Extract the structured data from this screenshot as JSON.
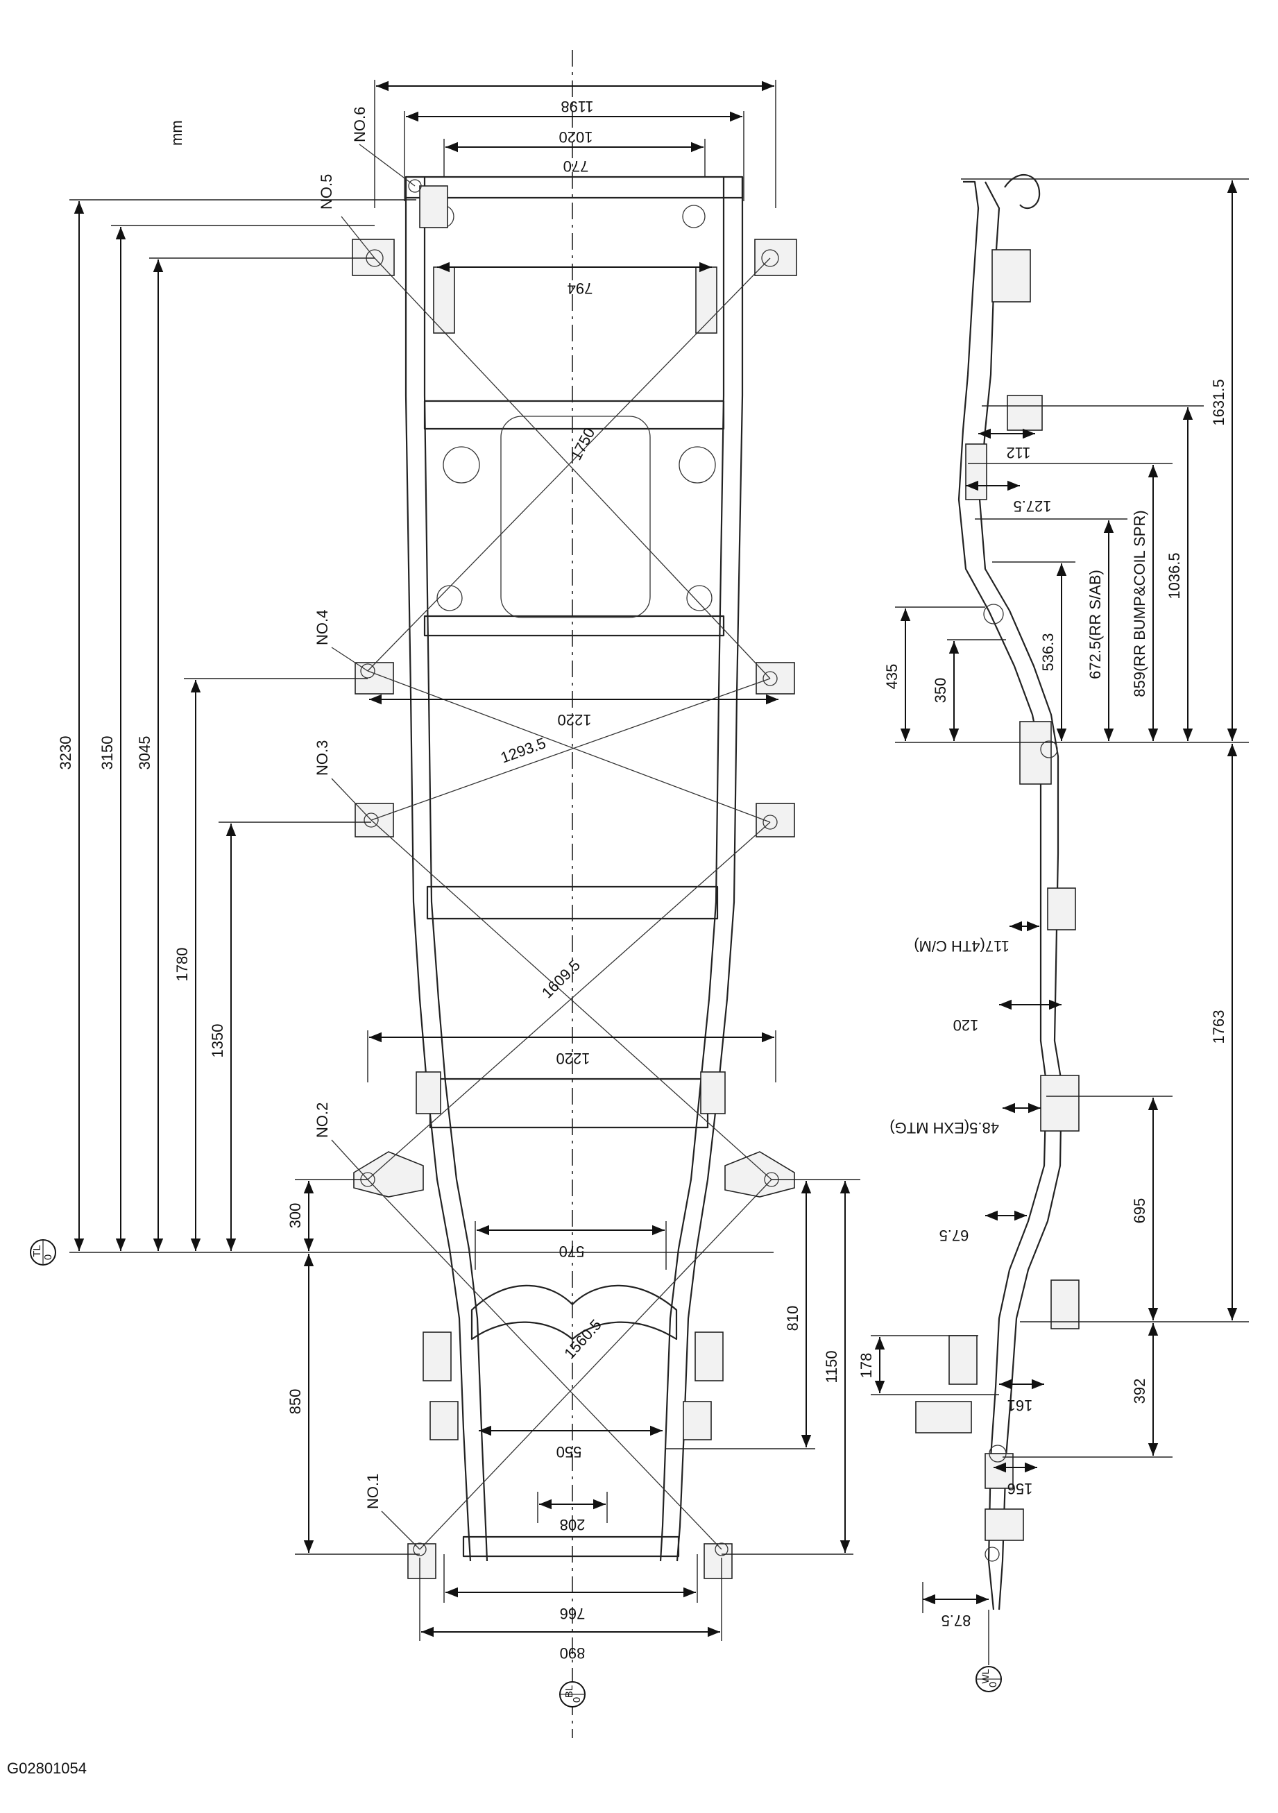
{
  "unit": "mm",
  "figure_code": "G02801054",
  "ref_marks": {
    "tl": "TL",
    "bl": "BL",
    "wl": "WL",
    "zero": "0"
  },
  "points": {
    "no1": "NO.1",
    "no2": "NO.2",
    "no3": "NO.3",
    "no4": "NO.4",
    "no5": "NO.5",
    "no6": "NO.6"
  },
  "widths": {
    "w1198": "1198",
    "w1020": "1020",
    "w770": "770",
    "w794": "794",
    "w1220a": "1220",
    "w1220b": "1220",
    "w570": "570",
    "w550": "550",
    "w208": "208",
    "w766": "766",
    "w890": "890"
  },
  "diagonals": {
    "d1750": "1750",
    "d1293": "1293.5",
    "d1609": "1609.5",
    "d1560": "1560.5"
  },
  "left_heights": {
    "h3230": "3230",
    "h3150": "3150",
    "h3045": "3045",
    "h1780": "1780",
    "h1350": "1350",
    "h300": "300",
    "h850": "850"
  },
  "front_heights": {
    "h810": "810",
    "h1150": "1150"
  },
  "side_dims": {
    "d112": "112",
    "d127": "127.5",
    "d1631": "1631.5",
    "d1036": "1036.5",
    "d859": "859(RR BUMP&COIL SPR)",
    "d672": "672.5(RR S/AB)",
    "d536": "536.3",
    "d435": "435",
    "d350": "350",
    "d117": "117(4TH C/M)",
    "d120": "120",
    "d1763": "1763",
    "d48": "48.5(EXH MTG)",
    "d67": "67.5",
    "d695": "695",
    "d178": "178",
    "d161": "161",
    "d392": "392",
    "d156": "156",
    "d87": "87.5"
  },
  "colors": {
    "ink": "#111111",
    "paper": "#ffffff"
  }
}
